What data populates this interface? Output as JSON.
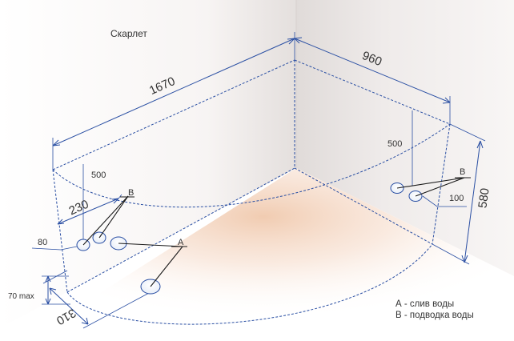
{
  "title": "Скарлет",
  "dimensions": {
    "width_long": "1670",
    "width_short": "960",
    "height_right": "580",
    "offset_left": "230",
    "pipe_height_left": "500",
    "pipe_height_right": "500",
    "pipe_low_left": "80",
    "pipe_low_right": "100",
    "drain_offset": "310",
    "rim_height": "70 max"
  },
  "markers": {
    "drain": "A",
    "supply_left": "B",
    "supply_right": "B"
  },
  "legend": {
    "a": "А - слив воды",
    "b": "В - подводка воды"
  },
  "colors": {
    "dimension_line": "#2a4fa3",
    "leader_line": "#1a1a1a",
    "floor_glow": "#f0c9ad"
  }
}
